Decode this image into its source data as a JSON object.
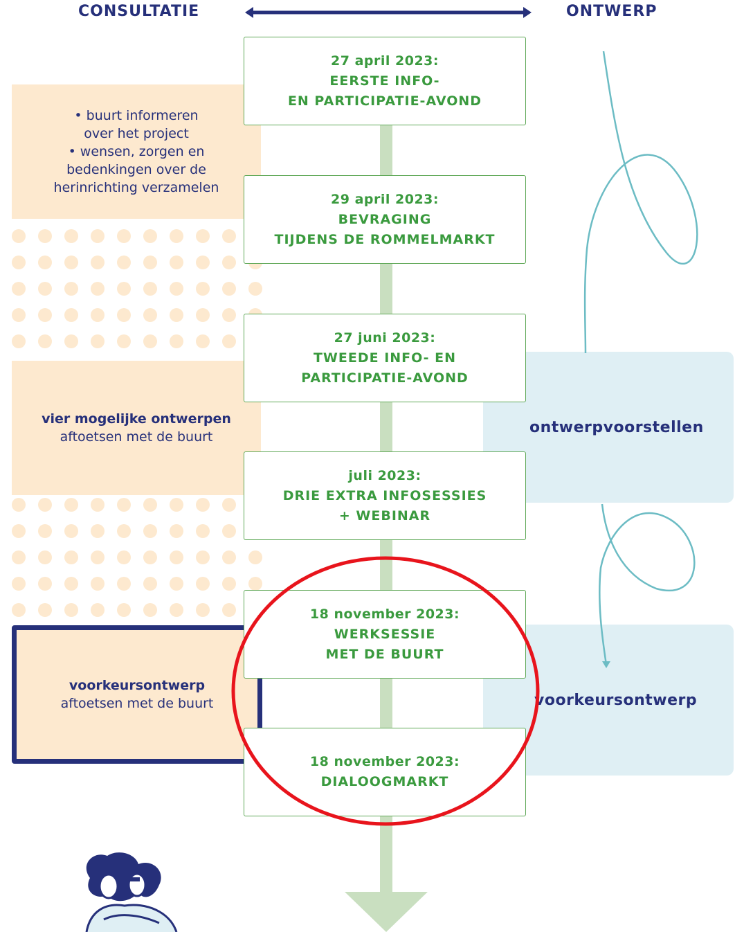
{
  "headings": {
    "left": "CONSULTATIE",
    "right": "ONTWERP"
  },
  "consultation": [
    {
      "line1": "• buurt informeren",
      "line2": "over het project",
      "line3": "• wensen, zorgen en",
      "line4": "bedenkingen over de",
      "line5": "herinrichting verzamelen"
    },
    {
      "bold": "vier mogelijke ontwerpen",
      "normal": "aftoetsen met de buurt"
    },
    {
      "bold": "voorkeursontwerp",
      "normal": "aftoetsen met de buurt"
    }
  ],
  "timeline": [
    {
      "date": "27 april 2023:",
      "line1": "EERSTE INFO-",
      "line2": "EN PARTICIPATIE-AVOND"
    },
    {
      "date": "29 april 2023:",
      "line1": "BEVRAGING",
      "line2": "TIJDENS DE ROMMELMARKT"
    },
    {
      "date": "27 juni 2023:",
      "line1": "TWEEDE INFO- EN",
      "line2": "PARTICIPATIE-AVOND"
    },
    {
      "date": "juli 2023:",
      "line1": "DRIE EXTRA INFOSESSIES",
      "line2": "+ WEBINAR"
    },
    {
      "date": "18 november 2023:",
      "line1": "WERKSESSIE",
      "line2": "MET DE BUURT"
    },
    {
      "date": "18 november 2023:",
      "line1": "DIALOOGMARKT",
      "line2": ""
    }
  ],
  "design": [
    {
      "label": "ontwerpvoorstellen"
    },
    {
      "label": "voorkeursontwerp"
    }
  ],
  "colors": {
    "navy": "#26307a",
    "green": "#3a9a3e",
    "spine": "#c9dfc0",
    "peach": "#fde9cf",
    "light_blue": "#dfeff4",
    "teal_line": "#6cbcc4",
    "highlight_red": "#e8141c"
  }
}
